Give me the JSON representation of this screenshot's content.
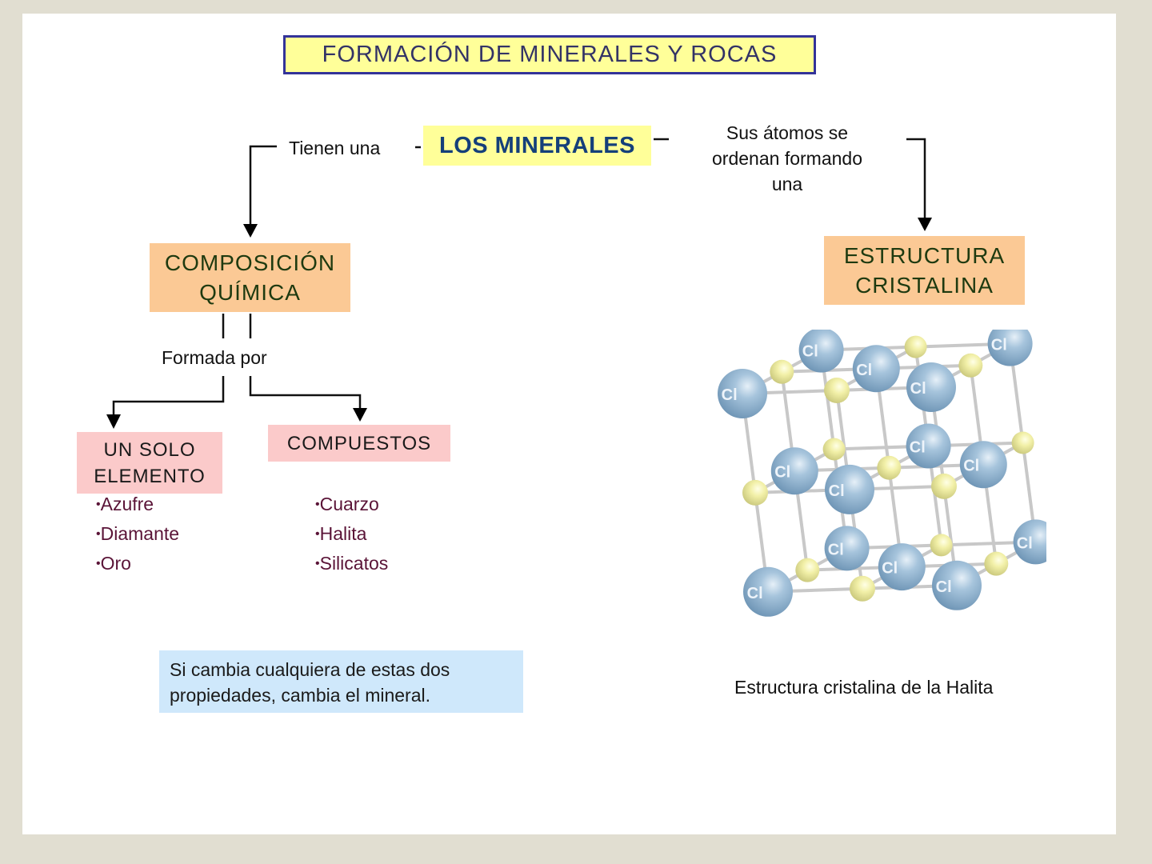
{
  "title": "FORMACIÓN DE MINERALES Y ROCAS",
  "root": "LOS MINERALES",
  "left_branch": {
    "link_label": "Tienen una",
    "concept_line1": "COMPOSICIÓN",
    "concept_line2": "QUÍMICA",
    "sub_link_label": "Formada por",
    "single_element": {
      "line1": "UN SOLO",
      "line2": "ELEMENTO",
      "examples": [
        "Azufre",
        "Diamante",
        "Oro"
      ]
    },
    "compounds": {
      "label": "COMPUESTOS",
      "examples": [
        "Cuarzo",
        "Halita",
        "Silicatos"
      ]
    }
  },
  "right_branch": {
    "link_label_line1": "Sus átomos se",
    "link_label_line2": "ordenan formando",
    "link_label_line3": "una",
    "concept_line1": "ESTRUCTURA",
    "concept_line2": "CRISTALINA",
    "image_alt": "Halite crystal lattice (Na and Cl atoms)",
    "atom_label": "Cl",
    "caption": "Estructura cristalina de la Halita"
  },
  "note": {
    "line1": "Si cambia cualquiera de estas dos",
    "line2": "propiedades, cambia el mineral."
  },
  "colors": {
    "page_bg": "#e1ded1",
    "title_fill": "#ffff99",
    "title_border": "#333399",
    "root_text": "#143f7a",
    "concept_fill": "#fbc995",
    "sub_fill": "#fbcaca",
    "note_fill": "#cfe8fb",
    "example_text": "#5a1437",
    "chlorine": "#8fb3cf",
    "sodium": "#f0ee9c"
  }
}
